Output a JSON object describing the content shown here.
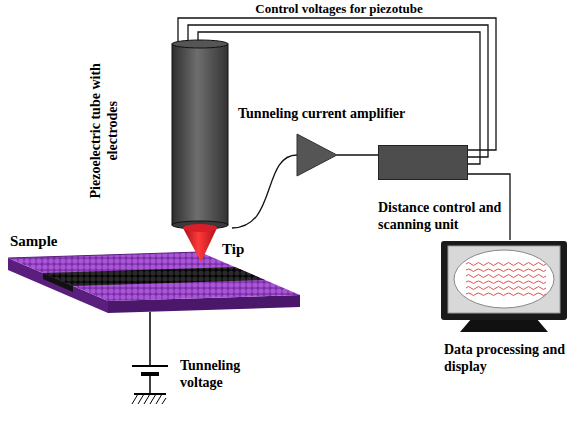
{
  "diagram": {
    "nodes": [
      {
        "text": [
          "Piezoelectric tube with electrodes"
        ]
      },
      {
        "text": [
          "Tunneling current amplifier"
        ]
      },
      {
        "text": [
          "Distance control and scanning unit"
        ]
      },
      {
        "text": [
          "Data processing and display"
        ]
      }
    ],
    "edges": [
      {
        "from": 0,
        "to": 1,
        "arrow": "none"
      },
      {
        "from": 1,
        "to": 2,
        "arrow": "none"
      },
      {
        "from": 2,
        "to": 0,
        "arrow": "none",
        "label": "Control voltages for piezotube"
      },
      {
        "from": 2,
        "to": 3,
        "arrow": "none"
      }
    ],
    "labels": [
      "Sample",
      "Tip",
      "Tunneling voltage"
    ]
  }
}
